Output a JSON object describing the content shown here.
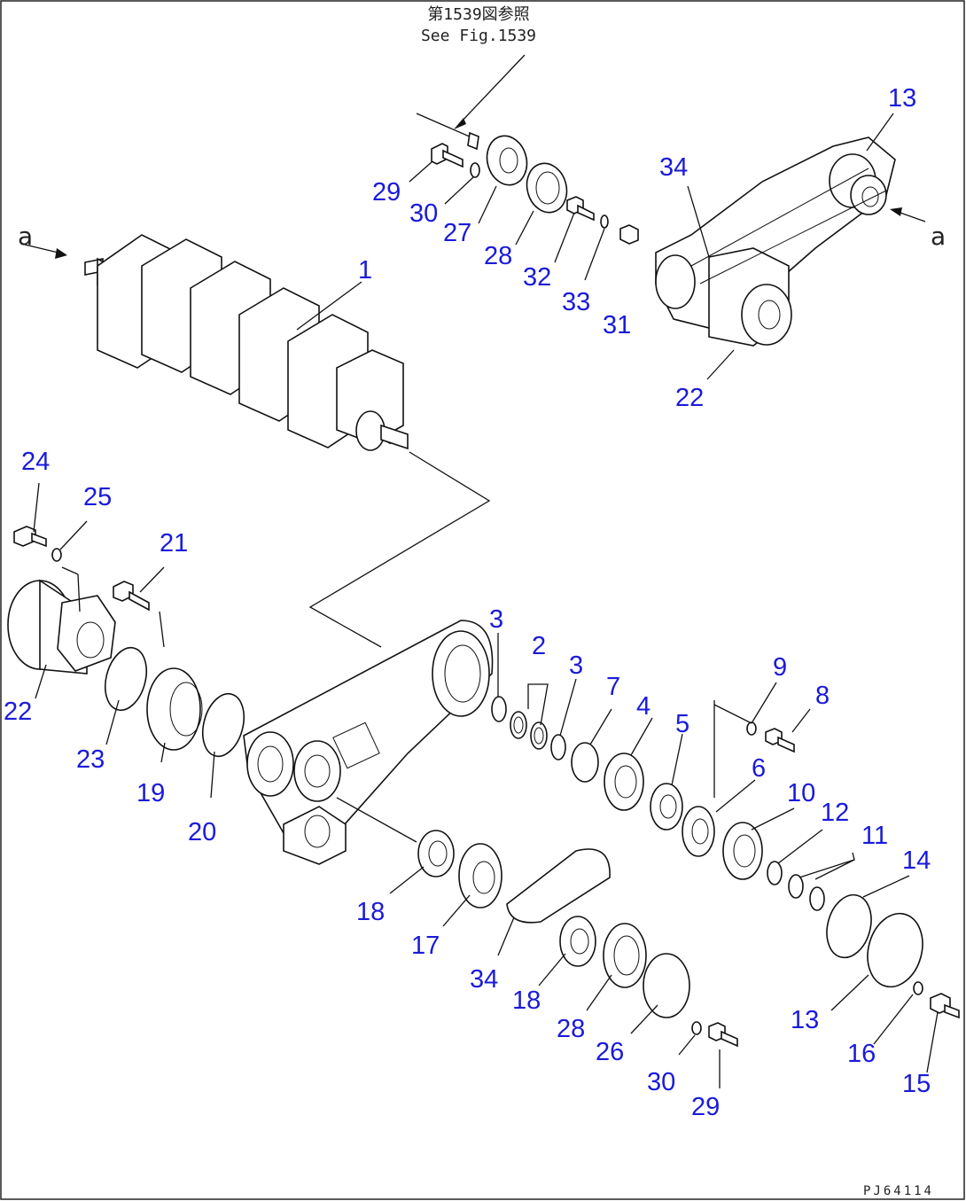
{
  "reference": {
    "line1": "第1539図参照",
    "line2": "See Fig.1539"
  },
  "drawing_code": "PJ64114",
  "arrow_label": "a",
  "label_color": "#1a1adb",
  "callouts": [
    "13",
    "34",
    "29",
    "30",
    "27",
    "28",
    "32",
    "33",
    "31",
    "22",
    "1",
    "24",
    "25",
    "21",
    "22",
    "23",
    "19",
    "20",
    "3",
    "2",
    "3",
    "7",
    "4",
    "5",
    "9",
    "8",
    "6",
    "10",
    "12",
    "11",
    "14",
    "18",
    "17",
    "34",
    "18",
    "28",
    "26",
    "30",
    "29",
    "13",
    "16",
    "15"
  ]
}
